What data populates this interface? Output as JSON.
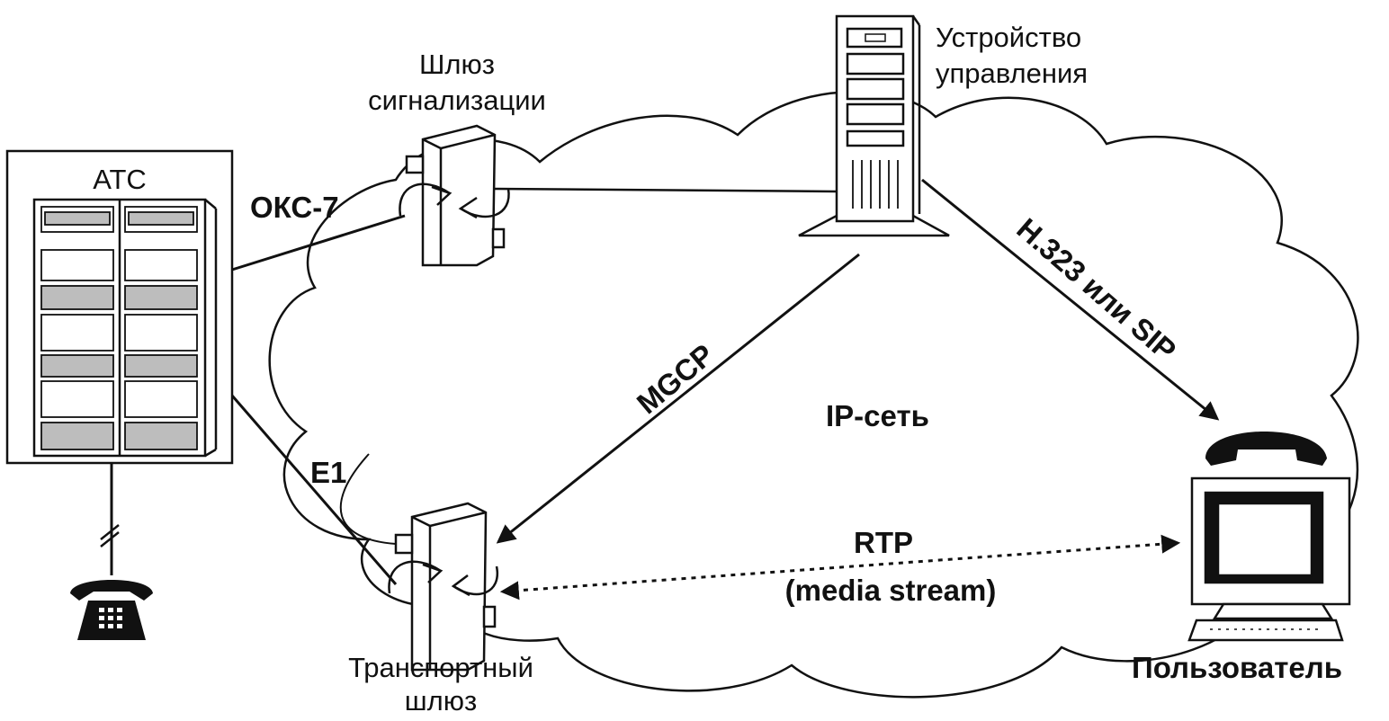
{
  "labels": {
    "ats": "АТС",
    "signaling_gateway_line1": "Шлюз",
    "signaling_gateway_line2": "сигнализации",
    "controller_line1": "Устройство",
    "controller_line2": "управления",
    "transport_gateway_line1": "Транспортный",
    "transport_gateway_line2": "шлюз",
    "user": "Пользователь",
    "ip_network": "IP-сеть"
  },
  "links": {
    "oks7": "ОКС-7",
    "e1": "E1",
    "mgcp": "MGCP",
    "h323_sip": "H.323 или SIP",
    "rtp": "RTP",
    "media_stream": "(media stream)"
  },
  "colors": {
    "ink": "#111111",
    "background": "#ffffff",
    "shade": "#bdbdbd"
  },
  "icons": [
    "exchange-rack-icon",
    "signaling-gateway-icon",
    "controller-server-icon",
    "transport-gateway-icon",
    "desk-phone-icon",
    "user-computer-icon",
    "handset-icon"
  ]
}
